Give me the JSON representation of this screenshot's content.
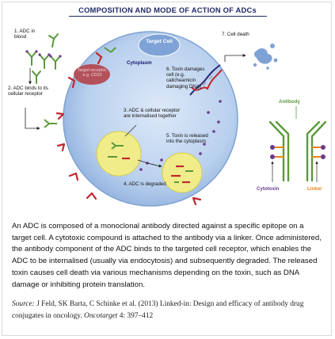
{
  "title": "COMPOSITION AND MODE OF ACTION OF ADCs",
  "diagram": {
    "steps": {
      "s1": "1. ADC in blood",
      "s2": "2. ADC binds to its cellular receptor",
      "s3": "3. ADC & cellular receptor are internalised together",
      "s4": "4. ADC is degraded",
      "s5": "5. Toxin is released into the cytoplasm",
      "s6": "6. Toxin damages cell (e.g. calicheamicin damaging DNA)",
      "s7": "7. Cell death"
    },
    "target_cell": "Target Cell",
    "target_receptor": "Target receptor, e.g. CD33",
    "cytoplasm": "Cytoplasm",
    "antibody": "Antibody",
    "cytotoxin": "Cytotoxin",
    "linker": "Linker",
    "colors": {
      "title_navy": "#1f2a6b",
      "cell_blue": "#a9c6ea",
      "antibody_green": "#5a9a3c",
      "cytotoxin_purple": "#6a3b8c",
      "linker_orange": "#e8841a",
      "receptor_red": "#c0262c",
      "vesicle_yellow": "#f1ec8a"
    }
  },
  "caption": "An ADC is composed of a monoclonal antibody directed against a specific epitope on a target cell. A cytotoxic compound is attached to the antibody via a linker. Once administered, the antibody component of the ADC binds to the targeted cell receptor, which enables the ADC to be internalised (usually via endocytosis) and subsequently degraded. The released toxin causes cell death via various mechanisms depending on the toxin, such as DNA damage or inhibiting protein translation.",
  "source": {
    "label": "Source:",
    "text": " J Feld, SK Barta, C Schinke et al. (2013) Linked-in: Design and efficacy of antibody drug conjugates in oncology. ",
    "journal": "Oncotarget",
    "ref": " 4: 397–412"
  }
}
